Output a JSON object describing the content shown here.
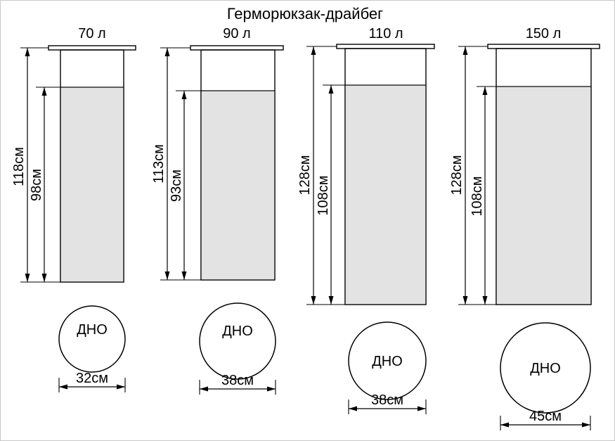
{
  "title": "Герморюкзак-драйбег",
  "variants": [
    {
      "volume_label": "70 л",
      "total_height": "118см",
      "body_height": "98см",
      "bottom_label": "ДНО",
      "bottom_diameter": "32см"
    },
    {
      "volume_label": "90 л",
      "total_height": "113см",
      "body_height": "93см",
      "bottom_label": "ДНО",
      "bottom_diameter": "38см"
    },
    {
      "volume_label": "110 л",
      "total_height": "128см",
      "body_height": "108см",
      "bottom_label": "ДНО",
      "bottom_diameter": "38см"
    },
    {
      "volume_label": "150 л",
      "total_height": "128см",
      "body_height": "108см",
      "bottom_label": "ДНО",
      "bottom_diameter": "45см"
    }
  ],
  "colors": {
    "bag_fill": "#e3e3e3",
    "outline": "#000000",
    "background": "#ffffff"
  }
}
